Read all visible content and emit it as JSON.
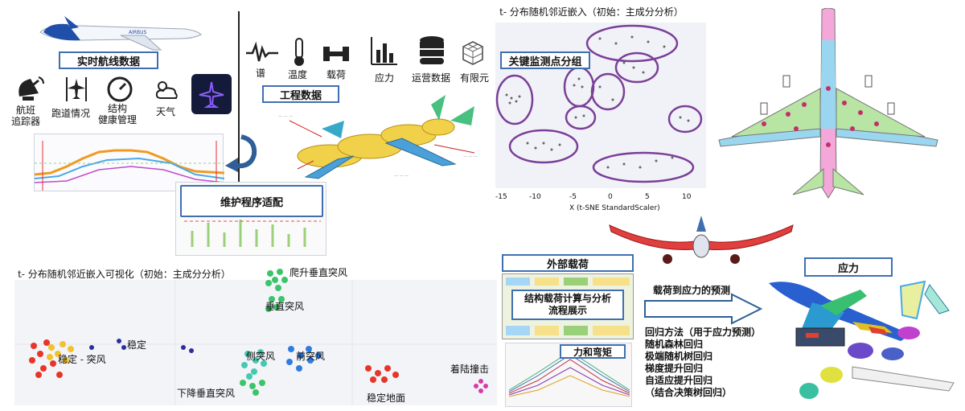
{
  "realtime": {
    "title": "实时航线数据",
    "icons": [
      {
        "name": "flight-tracker",
        "label": "航班\n追踪器",
        "icon": "radar-icon"
      },
      {
        "name": "runway",
        "label": "跑道情况",
        "icon": "runway-icon"
      },
      {
        "name": "structural-health",
        "label": "结构\n健康管理",
        "icon": "gauge-icon"
      },
      {
        "name": "weather",
        "label": "天气",
        "icon": "weather-icon"
      }
    ]
  },
  "engineering": {
    "title": "工程数据",
    "icons": [
      {
        "name": "spectrum",
        "label": "谱",
        "icon": "spectrum-icon"
      },
      {
        "name": "temperature",
        "label": "温度",
        "icon": "thermometer-icon"
      },
      {
        "name": "load",
        "label": "载荷",
        "icon": "dumbbell-icon"
      },
      {
        "name": "stress",
        "label": "应力",
        "icon": "bar-chart-icon"
      },
      {
        "name": "operational",
        "label": "运营数据",
        "icon": "database-icon"
      },
      {
        "name": "fem",
        "label": "有限元",
        "icon": "mesh-cube-icon"
      }
    ]
  },
  "maintenance": {
    "title": "维护程序适配"
  },
  "tsne_top": {
    "title": "t- 分布随机邻近嵌入（初始：主成分分析）",
    "key_group": "关键监测点分组",
    "xaxis_label": "X (t-SNE StandardScaler)",
    "xticks": [
      "-15",
      "-10",
      "-5",
      "0",
      "5",
      "10"
    ]
  },
  "tsne_bottom": {
    "title": "t- 分布随机邻近嵌入可视化（初始：主成分分析）",
    "clusters": [
      {
        "name": "climb-vertical-gust",
        "label": "爬升垂直突风"
      },
      {
        "name": "vertical-gust",
        "label": "垂直突风"
      },
      {
        "name": "steady",
        "label": "稳定"
      },
      {
        "name": "steady-gust",
        "label": "稳定 - 突风"
      },
      {
        "name": "lateral-gust",
        "label": "侧突风"
      },
      {
        "name": "forward-gust",
        "label": "前突风"
      },
      {
        "name": "descent-vertical-gust",
        "label": "下降垂直突风"
      },
      {
        "name": "landing-impact",
        "label": "着陆撞击"
      },
      {
        "name": "ground-steady",
        "label": "稳定地面"
      }
    ]
  },
  "external_load": {
    "title": "外部载荷",
    "process": "结构载荷计算与分析\n流程展示",
    "force_moment": "力和弯矩"
  },
  "prediction": {
    "arrow_label": "载荷到应力的预测",
    "stress_title": "应力",
    "methods": [
      "回归方法（用于应力预测）",
      "随机森林回归",
      "极端随机树回归",
      "梯度提升回归",
      "自适应提升回归",
      "（结合决策树回归）"
    ]
  },
  "colors": {
    "box_border": "#3f6fb0",
    "ellipse": "#7a3f98",
    "arrow": "#2f5f96"
  }
}
